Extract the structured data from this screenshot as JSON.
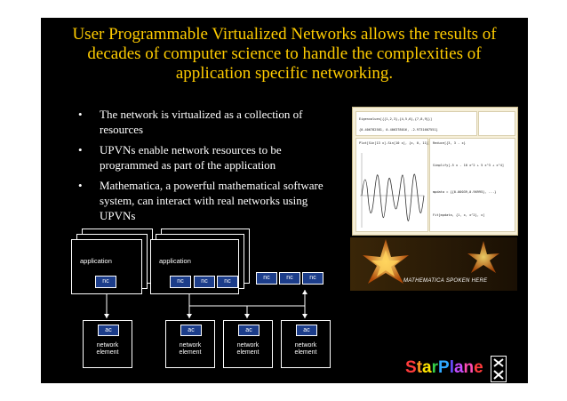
{
  "title_lines": [
    "User Programmable Virtualized Networks allows the results of",
    "decades of computer science to handle the complexities of",
    "application specific networking."
  ],
  "bullets": [
    {
      "lines": [
        "The network is virtualized as a collection of",
        "resources"
      ]
    },
    {
      "lines": [
        "UPVNs enable network resources to be",
        "programmed as part of the application"
      ]
    },
    {
      "lines": [
        "Mathematica, a powerful mathematical software",
        "system, can  interact with real networks using",
        "UPVNs"
      ]
    }
  ],
  "notebook": {
    "cells": [
      "Eigenvalues[{{1,2,3},{4,5,6},{7,8,9}}]",
      "{0.406782581, 0.406378016, -2.9731607551}",
      "Plot[Sin[13 x]-Sin[10 x], {x, 0, 11}]",
      "Reduce[{3, 3 - x}",
      "Simplify[-5 x - 10 x^2 + 5 x^3 + x^4]",
      "mpdata = {{0.00039,0.96995}, ...}",
      "Fit[mpdata, {1, x, x^2}, x]"
    ]
  },
  "banner": {
    "text": "MATHEMATICA SPOKEN HERE"
  },
  "diagram": {
    "app_label": "application",
    "nc_label": "nc",
    "ac_label": "ac",
    "ne_label_line1": "network",
    "ne_label_line2": "element"
  },
  "logos": {
    "starplane": "StarPlane",
    "uva": "UvA"
  },
  "colors": {
    "slide_bg": "#000000",
    "title": "#ffcc00",
    "body_text": "#ffffff",
    "controller_fill": "#1c3d8a"
  }
}
